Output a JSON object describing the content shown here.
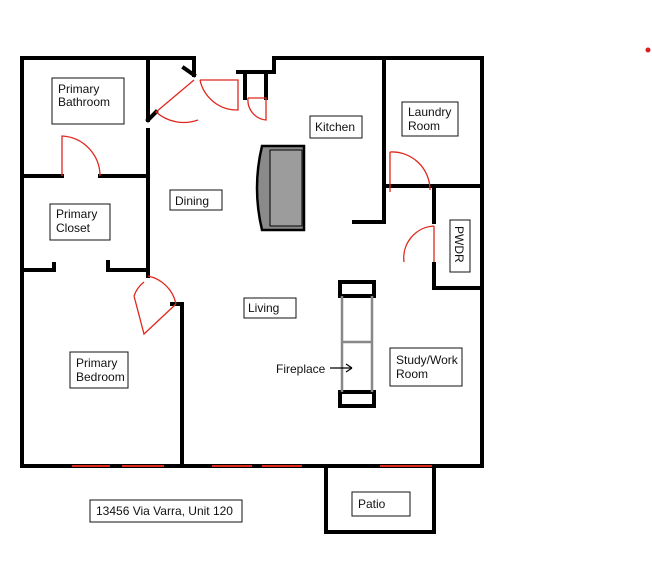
{
  "rooms": {
    "primary_bathroom": [
      "Primary",
      "Bathroom"
    ],
    "primary_closet": [
      "Primary",
      "Closet"
    ],
    "dining": "Dining",
    "kitchen": "Kitchen",
    "laundry_room": [
      "Laundry",
      "Room"
    ],
    "pwdr": "PWDR",
    "living": "Living",
    "fireplace": "Fireplace",
    "study_room": [
      "Study/Work",
      "Room"
    ],
    "primary_bedroom": [
      "Primary",
      "Bedroom"
    ],
    "patio": "Patio"
  },
  "address": "13456 Via Varra, Unit 120",
  "colors": {
    "wall": "#000000",
    "door": "#e0281e",
    "marker": "#d42020"
  }
}
